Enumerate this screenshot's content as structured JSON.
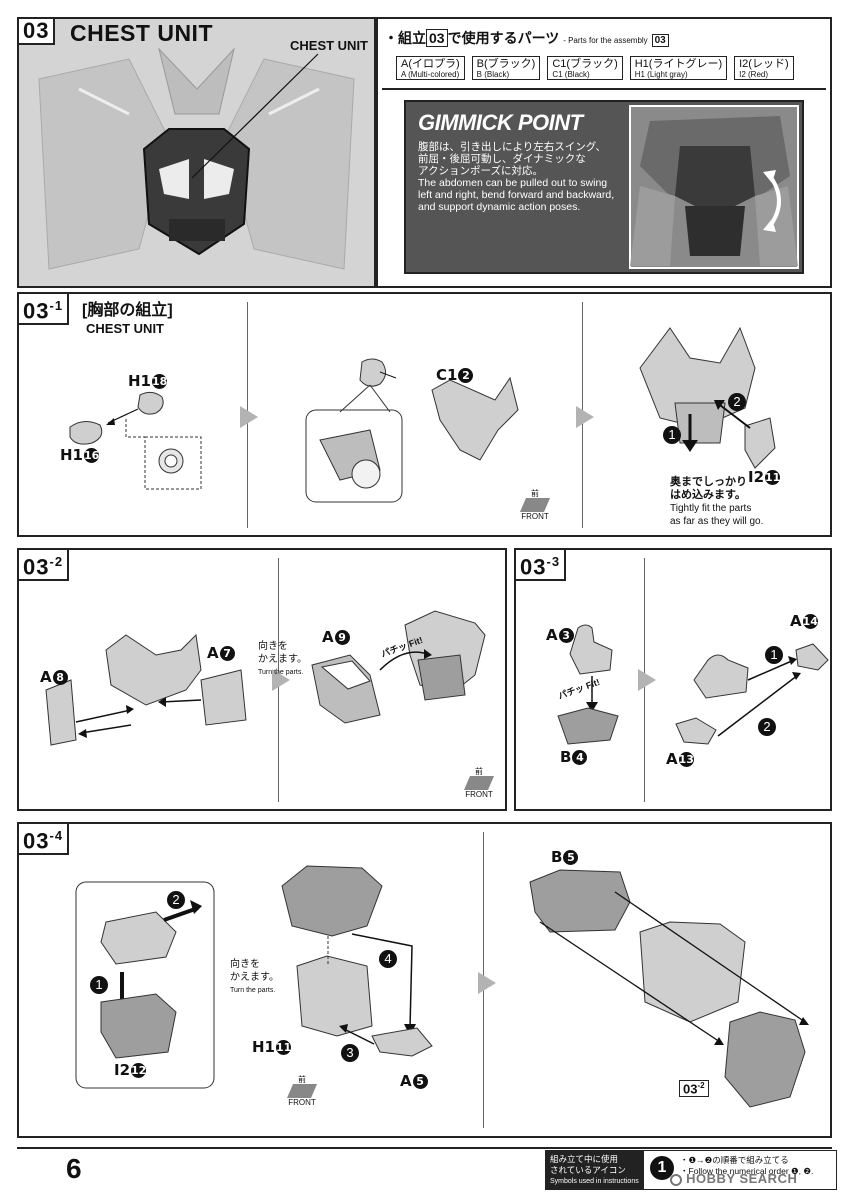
{
  "header": {
    "step_tag": "03",
    "title": "CHEST UNIT",
    "callout": "CHEST UNIT",
    "parts_heading_prefix": "・組立",
    "parts_heading_num": "03",
    "parts_heading_suffix": "で使用するパーツ",
    "parts_heading_en": "- Parts for the assembly",
    "parts_heading_en_num": "03",
    "parts": [
      {
        "jp": "A(イロプラ)",
        "en": "A (Multi-colored)"
      },
      {
        "jp": "B(ブラック)",
        "en": "B (Black)"
      },
      {
        "jp": "C1(ブラック)",
        "en": "C1 (Black)"
      },
      {
        "jp": "H1(ライトグレー)",
        "en": "H1 (Light gray)"
      },
      {
        "jp": "I2(レッド)",
        "en": "I2 (Red)"
      }
    ]
  },
  "gimmick": {
    "title": "GIMMICK POINT",
    "jp_line1": "腹部は、引き出しにより左右スイング、",
    "jp_line2": "前屈・後屈可動し、ダイナミックな",
    "jp_line3": "アクションポーズに対応。",
    "en_line1": "The abdomen can be pulled out to swing",
    "en_line2": "left and right, bend forward and backward,",
    "en_line3": "and support dynamic action poses."
  },
  "step1": {
    "tag": "03",
    "tag_sub": "-1",
    "title_jp": "[胸部の組立]",
    "title_en": "CHEST UNIT",
    "labels": {
      "h1_18": "H1",
      "h1_18_n": "18",
      "h1_16": "H1",
      "h1_16_n": "16",
      "c1_2": "C1",
      "c1_2_n": "2",
      "i2_11": "I2",
      "i2_11_n": "11",
      "n1": "1",
      "n2": "2"
    },
    "note_jp1": "奥までしっかり",
    "note_jp2": "はめ込みます。",
    "note_en1": "Tightly fit the parts",
    "note_en2": "as far as they will go.",
    "front_jp": "前",
    "front_en": "FRONT"
  },
  "step2": {
    "tag": "03",
    "tag_sub": "-2",
    "labels": {
      "a8": "A",
      "a8_n": "8",
      "a7": "A",
      "a7_n": "7",
      "a9": "A",
      "a9_n": "9"
    },
    "turn_jp1": "向きを",
    "turn_jp2": "かえます。",
    "turn_en": "Turn the parts.",
    "fit_jp": "パチッ",
    "fit_en": "Fit!",
    "front_jp": "前",
    "front_en": "FRONT"
  },
  "step3": {
    "tag": "03",
    "tag_sub": "-3",
    "labels": {
      "a3": "A",
      "a3_n": "3",
      "b4": "B",
      "b4_n": "4",
      "a14": "A",
      "a14_n": "14",
      "a13": "A",
      "a13_n": "13",
      "n1": "1",
      "n2": "2"
    },
    "fit_jp": "パチッ",
    "fit_en": "Fit!"
  },
  "step4": {
    "tag": "03",
    "tag_sub": "-4",
    "labels": {
      "i2_12": "I2",
      "i2_12_n": "12",
      "h1_11": "H1",
      "h1_11_n": "11",
      "a5": "A",
      "a5_n": "5",
      "b5": "B",
      "b5_n": "5",
      "n1": "1",
      "n2": "2",
      "n3": "3",
      "n4": "4"
    },
    "turn_jp1": "向きを",
    "turn_jp2": "かえます。",
    "turn_en": "Turn the parts.",
    "ref_tag": "03",
    "ref_sub": "-2",
    "front_jp": "前",
    "front_en": "FRONT"
  },
  "footer": {
    "page_number": "6",
    "icons_jp1": "組み立て中に使用",
    "icons_jp2": "されているアイコン",
    "icons_en": "Symbols used in instructions",
    "icon_num": "1",
    "order_jp": "・❶→❷の順番で組み立てる",
    "order_en": "・Follow the numerical order ❶, ❷.",
    "watermark": "HOBBY SEARCH"
  }
}
